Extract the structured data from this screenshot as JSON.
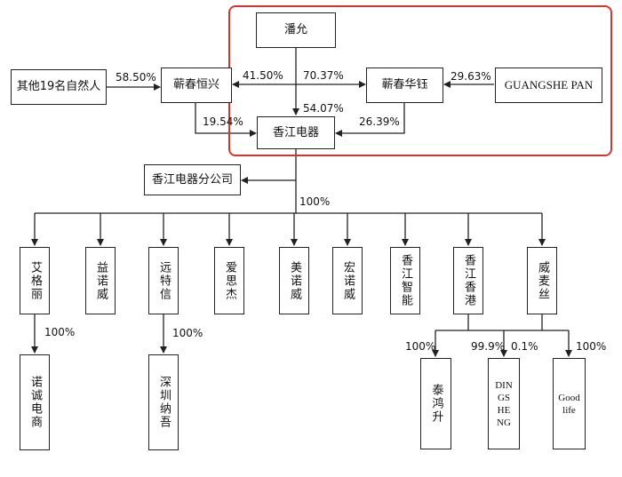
{
  "colors": {
    "highlight": "#d9342b",
    "line": "#222222"
  },
  "nodes": {
    "pan_yun": "潘允",
    "other_natural_persons": "其他19名自然人",
    "qichun_hengxing": "蕲春恒兴",
    "qichun_huayu": "蕲春华钰",
    "guangshe_pan": "GUANGSHE PAN",
    "xiangjiang_electric": "香江电器",
    "branch": "香江电器分公司",
    "subsidiaries": [
      "艾格丽",
      "益诺威",
      "远特信",
      "爱思杰",
      "美诺威",
      "宏诺威",
      "香江智能",
      "香江香港",
      "威麦丝"
    ],
    "nuocheng": "诺诚电商",
    "shenzhen_nawu": "深圳纳吾",
    "taihongsheng": "泰鸿升",
    "dingsheng": "DIN\nGS\nHE\nNG",
    "goodlife": "Good\nlife"
  },
  "percentages": {
    "other_to_hengxing": "58.50%",
    "hengxing_to_electric": "19.54%",
    "pan_to_hengxing": "41.50%",
    "pan_to_huayu": "70.37%",
    "pan_to_electric": "54.07%",
    "guangshe_to_huayu": "29.63%",
    "huayu_to_electric": "26.39%",
    "electric_to_subsidiaries": "100%",
    "aigeli_to_nuocheng": "100%",
    "yuantexin_to_nawu": "100%",
    "hk_to_taihongsheng": "100%",
    "hk_to_dingsheng": "99.9%",
    "weimaisi_to_dingsheng": "0.1%",
    "weimaisi_to_goodlife": "100%"
  }
}
